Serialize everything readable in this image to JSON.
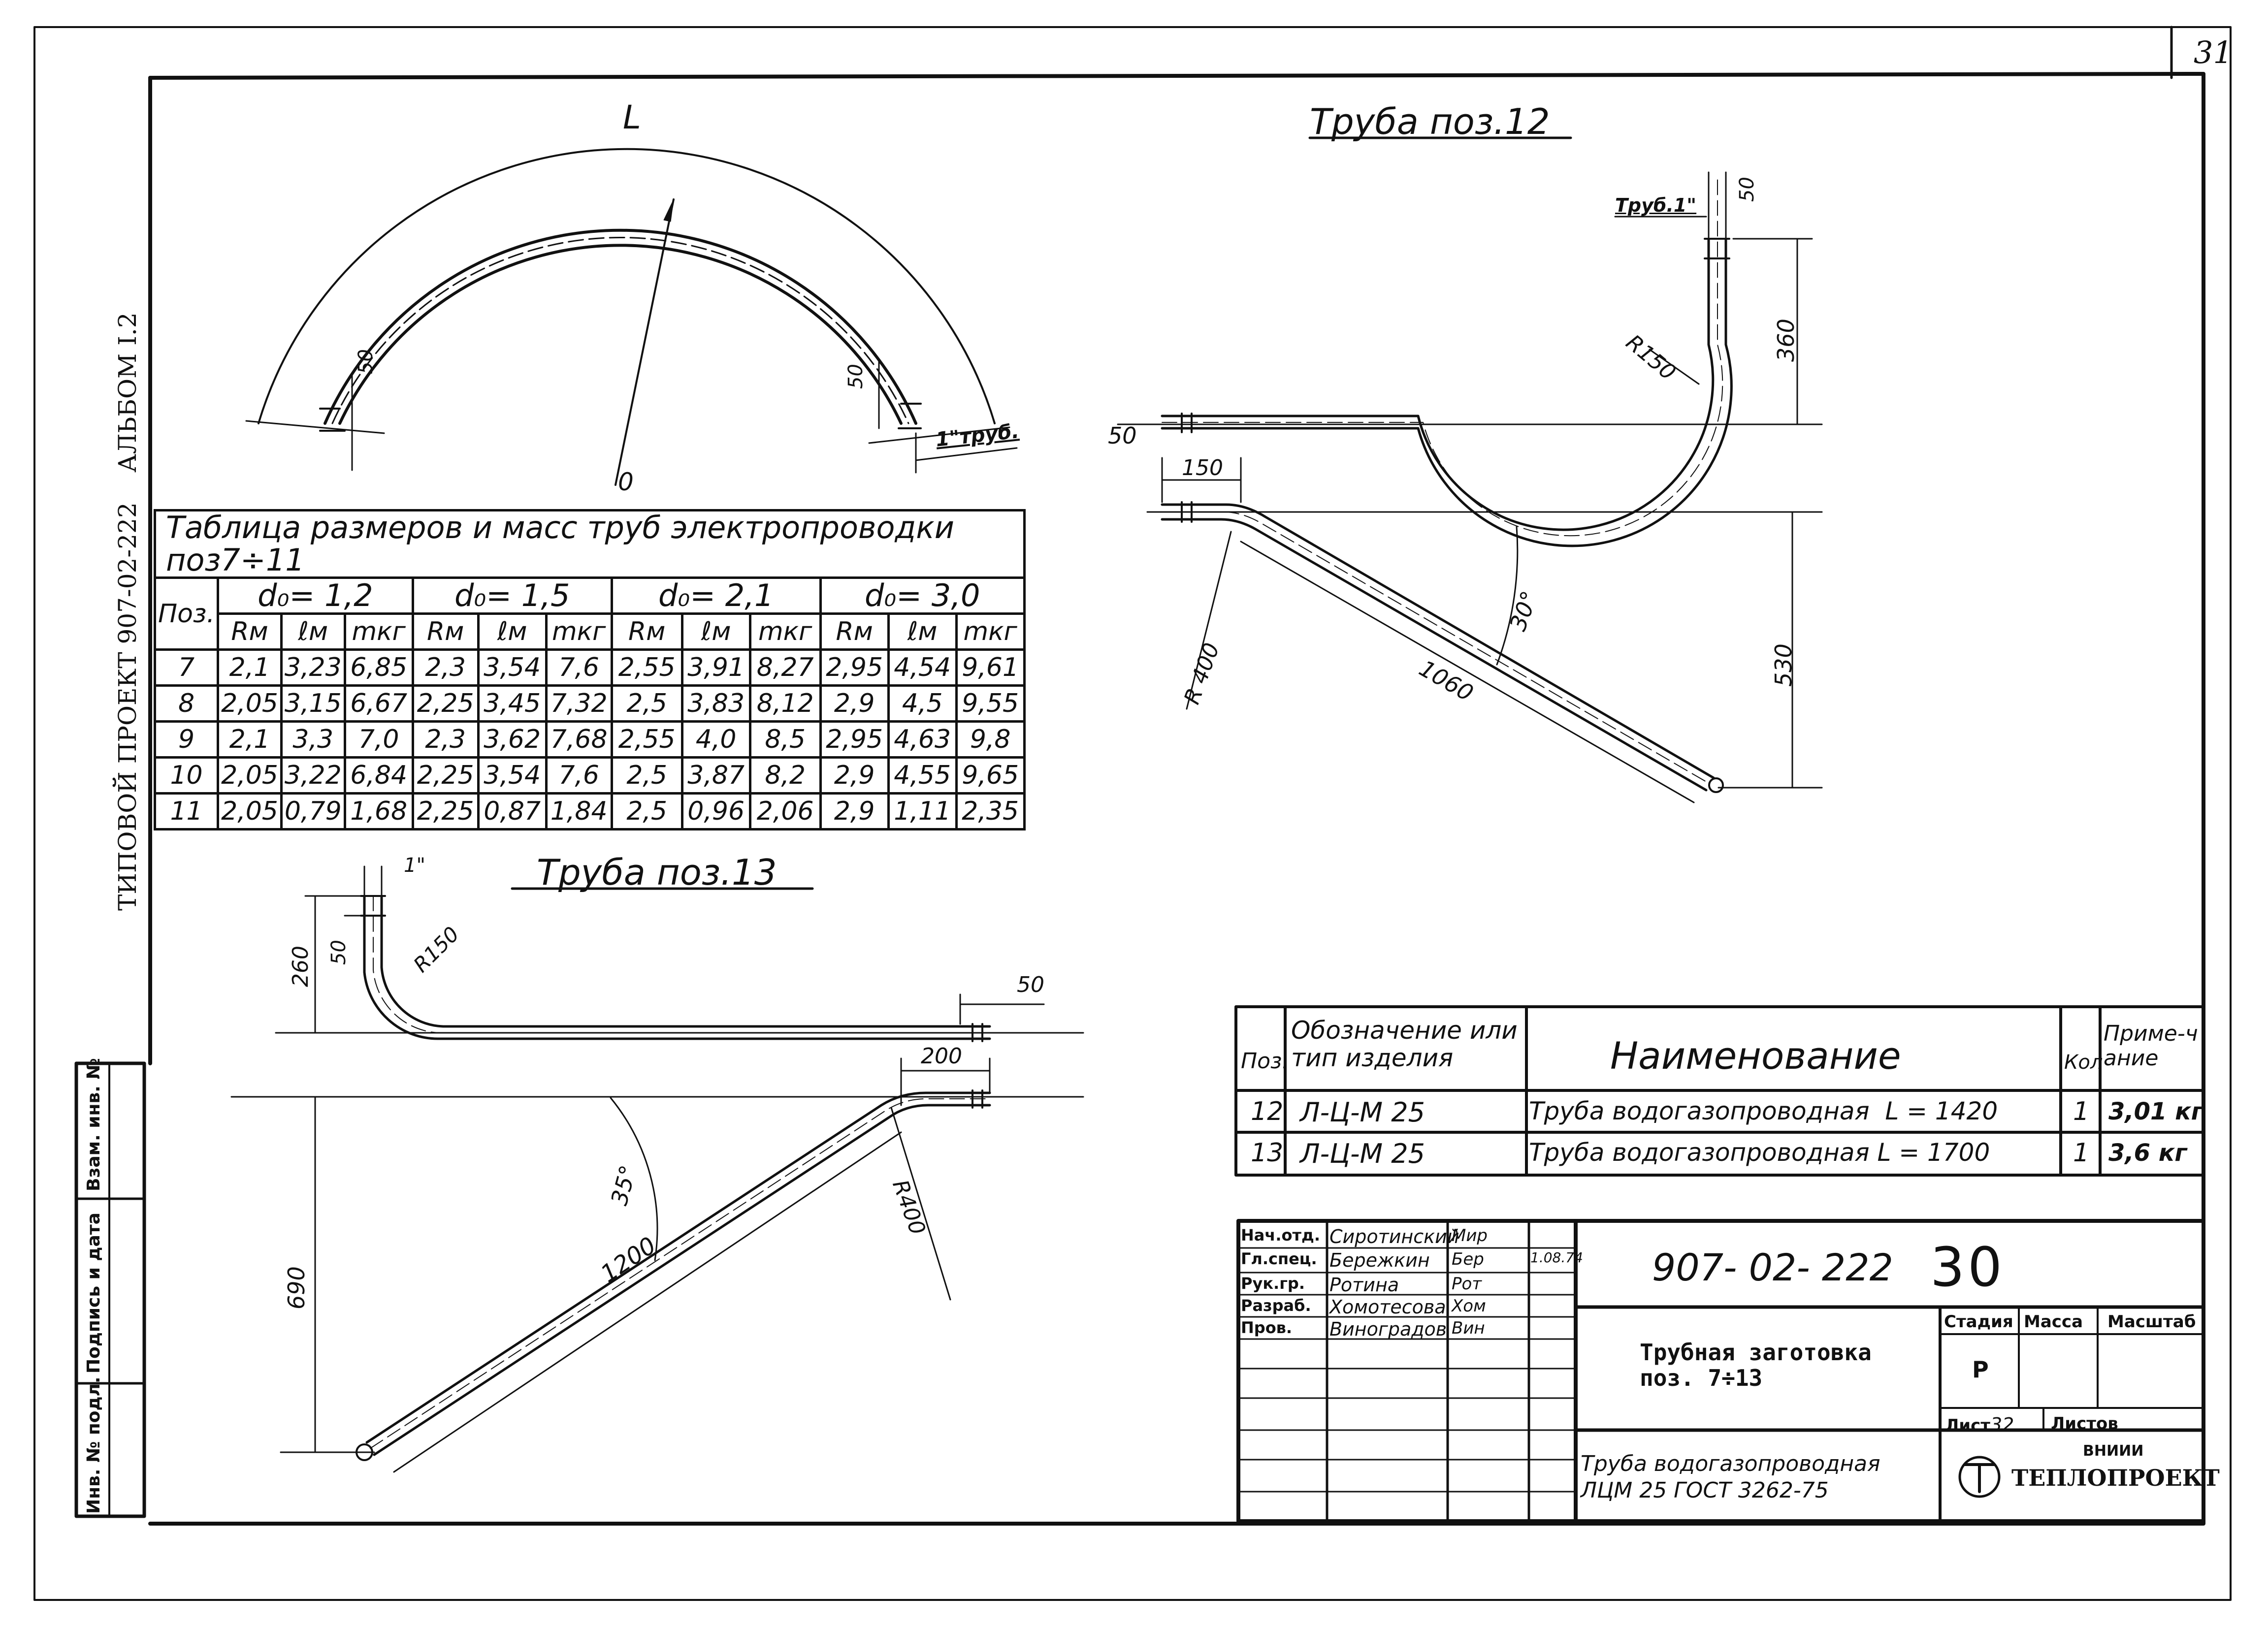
{
  "page_number": "31",
  "side_stamp": {
    "project": "ТИПОВОЙ ПРОЕКТ 907-02-222",
    "album": "АЛЬБОМ I.2"
  },
  "left_strip": {
    "labels": [
      "Взам. инв. №",
      "Подпись и дата",
      "Инв. № подл."
    ]
  },
  "arc_drawing": {
    "label_L": "L",
    "label_O": "0",
    "dim_left": "50",
    "dim_right": "50",
    "pipe_note": "1\"труб."
  },
  "pipe12": {
    "title": "Труба поз.12",
    "pipe_note": "Труб.1\"",
    "dim_top": "50",
    "dim_vert": "360",
    "radius": "R150",
    "dim_left": "50",
    "dim_150": "150",
    "radius2": "R 400",
    "angle": "30°",
    "length": "1060",
    "dim_530": "530"
  },
  "pipe13": {
    "title": "Труба поз.13",
    "pipe_note": "1\"",
    "dim_260": "260",
    "dim_50v": "50",
    "radius": "R150",
    "dim_50r": "50",
    "dim_200": "200",
    "angle": "35°",
    "radius2": "R400",
    "dim_690": "690",
    "length": "1200"
  },
  "dims_table": {
    "caption": "Таблица размеров и масс труб электропроводки поз7÷11",
    "pos_header": "Поз.",
    "groups": [
      "d₀= 1,2",
      "d₀= 1,5",
      "d₀= 2,1",
      "d₀= 3,0"
    ],
    "sub_headers": [
      "Rм",
      "ℓм",
      "mкг"
    ],
    "rows": [
      [
        "7",
        "2,1",
        "3,23",
        "6,85",
        "2,3",
        "3,54",
        "7,6",
        "2,55",
        "3,91",
        "8,27",
        "2,95",
        "4,54",
        "9,61"
      ],
      [
        "8",
        "2,05",
        "3,15",
        "6,67",
        "2,25",
        "3,45",
        "7,32",
        "2,5",
        "3,83",
        "8,12",
        "2,9",
        "4,5",
        "9,55"
      ],
      [
        "9",
        "2,1",
        "3,3",
        "7,0",
        "2,3",
        "3,62",
        "7,68",
        "2,55",
        "4,0",
        "8,5",
        "2,95",
        "4,63",
        "9,8"
      ],
      [
        "10",
        "2,05",
        "3,22",
        "6,84",
        "2,25",
        "3,54",
        "7,6",
        "2,5",
        "3,87",
        "8,2",
        "2,9",
        "4,55",
        "9,65"
      ],
      [
        "11",
        "2,05",
        "0,79",
        "1,68",
        "2,25",
        "0,87",
        "1,84",
        "2,5",
        "0,96",
        "2,06",
        "2,9",
        "1,11",
        "2,35"
      ]
    ]
  },
  "spec_table": {
    "headers": {
      "pos": "Поз.",
      "designation": "Обозначение или тип изделия",
      "name": "Наименование",
      "qty": "Кол",
      "note": "Приме-чание"
    },
    "rows": [
      {
        "pos": "12",
        "designation": "Л-Ц-М 25",
        "name": "Труба водогазопроводная  L = 1420",
        "qty": "1",
        "note": "3,01 кг"
      },
      {
        "pos": "13",
        "designation": "Л-Ц-М 25",
        "name": "Труба водогазопроводная L = 1700",
        "qty": "1",
        "note": "3,6 кг"
      }
    ]
  },
  "title_block": {
    "signatures": [
      {
        "role": "Нач.отд.",
        "name": "Сиротинский",
        "sign": "Мир"
      },
      {
        "role": "Гл.спец.",
        "name": "Бережкин",
        "sign": "Бер",
        "date": "1.08.74"
      },
      {
        "role": "Рук.гр.",
        "name": "Ротина",
        "sign": "Рот"
      },
      {
        "role": "Разраб.",
        "name": "Хомотесова",
        "sign": "Хом"
      },
      {
        "role": "Пров.",
        "name": "Виноградов",
        "sign": "Вин"
      }
    ],
    "doc_number": "907- 02- 222",
    "sheet_code": "30",
    "title_line1": "Трубная заготовка",
    "title_line2": "поз. 7÷13",
    "stage_header": "Стадия",
    "mass_header": "Масса",
    "scale_header": "Масштаб",
    "stage_value": "Р",
    "sheet_label": "Лист",
    "sheet_value": "32",
    "sheets_label": "Листов",
    "material_line1": "Труба водогазопроводная",
    "material_line2": "ЛЦМ 25  ГОСТ 3262-75",
    "org_line1": "ВНИИИ",
    "org_line2": "ТЕПЛОПРОЕКТ",
    "logo_letters": "ТП"
  }
}
